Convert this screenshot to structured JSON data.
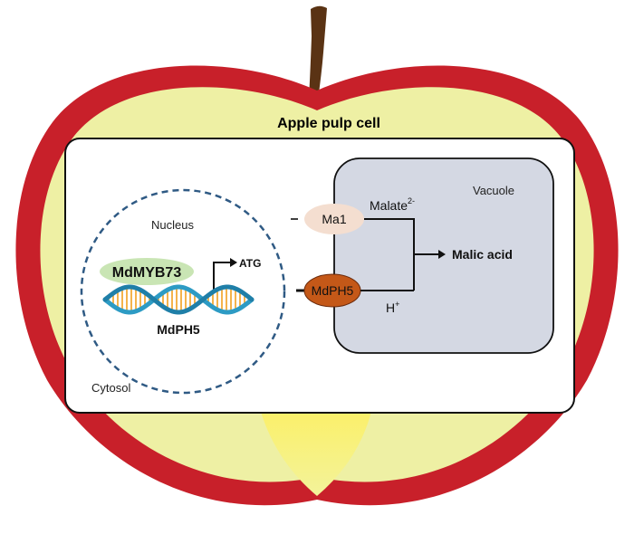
{
  "title": "Apple pulp cell",
  "compartments": {
    "cytosol": "Cytosol",
    "nucleus": "Nucleus",
    "vacuole": "Vacuole"
  },
  "genes": {
    "regulator": "MdMYB73",
    "target_gene": "MdPH5",
    "start_codon": "ATG"
  },
  "transporters": {
    "ma1": "Ma1",
    "mdph5": "MdPH5"
  },
  "molecules": {
    "malate_base": "Malate",
    "malate_charge": "2-",
    "proton_base": "H",
    "proton_charge": "+",
    "product": "Malic acid"
  },
  "colors": {
    "apple_skin": "#c8202a",
    "apple_flesh": "#eef0a4",
    "core_highlight": "#f6f17a",
    "stem": "#5a3314",
    "vacuole_fill": "#d4d8e3",
    "nucleus_border": "#2f5a84",
    "ma1_fill": "#f4ded0",
    "mdph5_fill": "#c45818",
    "mdmyb73_fill": "#c9e5b4",
    "dna_strand": "#2d9bc4",
    "dna_rungs": "#f2a020"
  }
}
